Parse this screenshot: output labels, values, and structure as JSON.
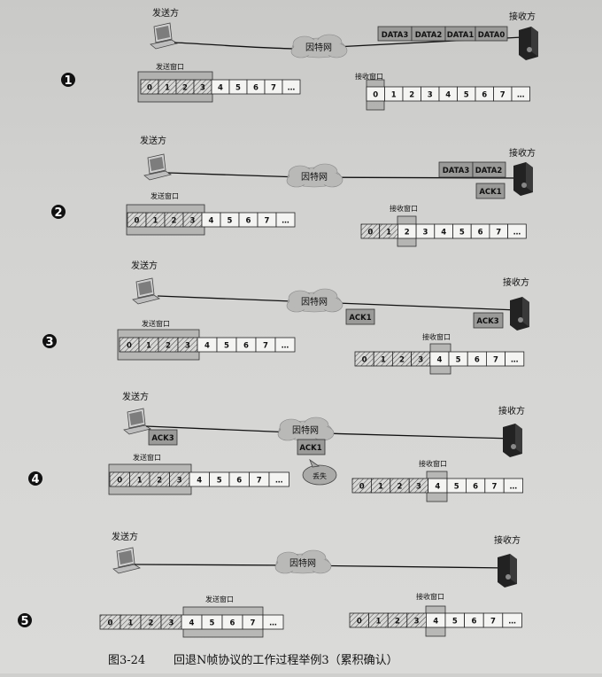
{
  "labels": {
    "sender": "发送方",
    "receiver": "接收方",
    "network": "因特网",
    "send_window": "发送窗口",
    "recv_window": "接收窗口",
    "lost": "丢失",
    "ellipsis": "…"
  },
  "cell_numbers": [
    "0",
    "1",
    "2",
    "3",
    "4",
    "5",
    "6",
    "7"
  ],
  "steps": [
    {
      "number": "1",
      "packets": [
        "DATA3",
        "DATA2",
        "DATA1",
        "DATA0"
      ]
    },
    {
      "number": "2",
      "packets": [
        "DATA3",
        "DATA2"
      ],
      "acks": [
        "ACK1"
      ]
    },
    {
      "number": "3",
      "acks_left": [
        "ACK1"
      ],
      "acks_right": [
        "ACK3"
      ]
    },
    {
      "number": "4",
      "acks_left": [
        "ACK3"
      ],
      "acks_mid": [
        "ACK1"
      ]
    },
    {
      "number": "5"
    }
  ],
  "caption": {
    "figure": "图3-24",
    "text": "回退N帧协议的工作过程举例3（累积确认）"
  }
}
